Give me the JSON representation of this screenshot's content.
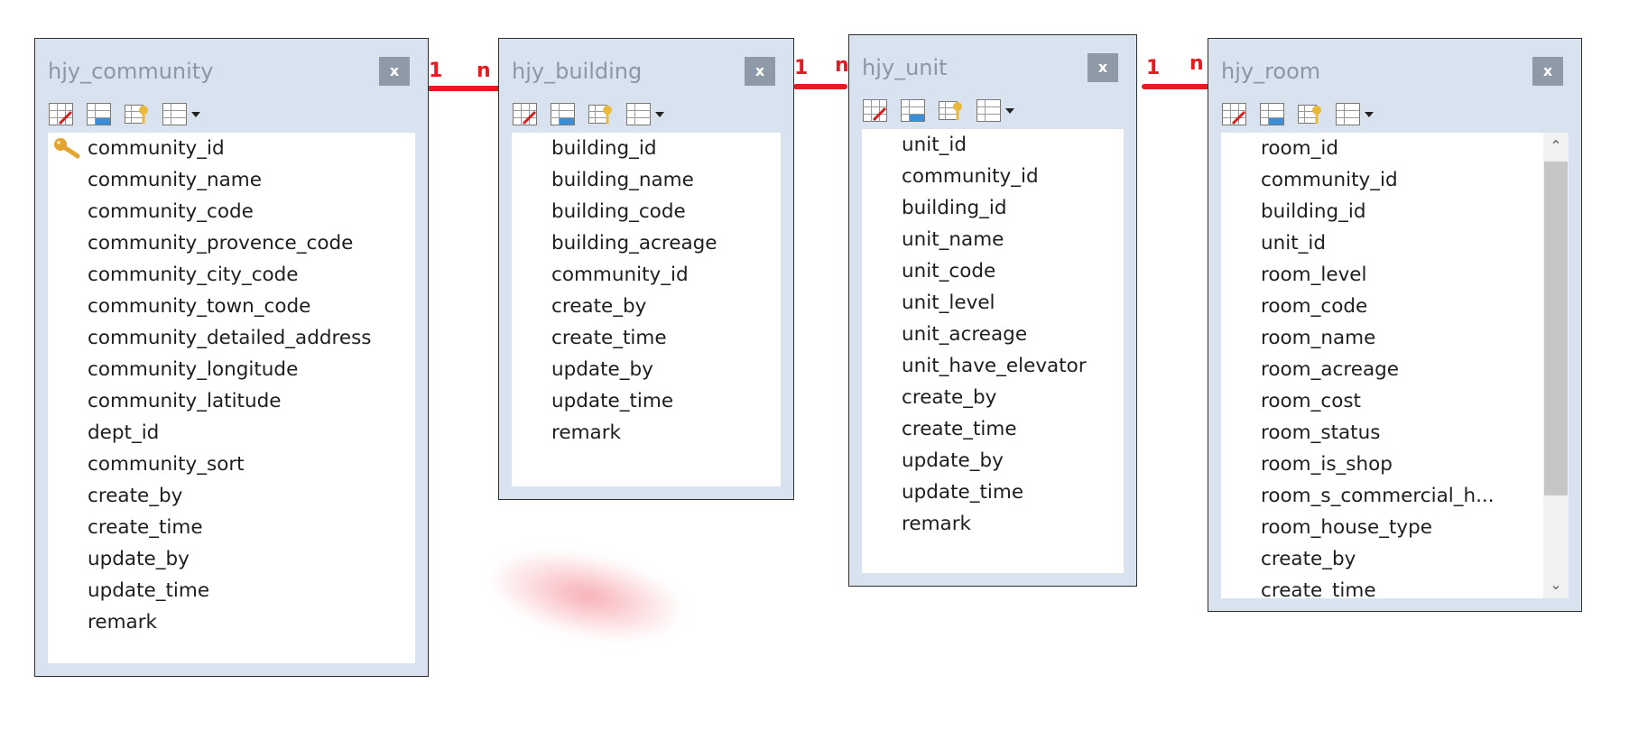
{
  "tables": [
    {
      "title": "hjy_community",
      "close": "x",
      "fields": [
        "community_id",
        "community_name",
        "community_code",
        "community_provence_code",
        "community_city_code",
        "community_town_code",
        "community_detailed_address",
        "community_longitude",
        "community_latitude",
        "dept_id",
        "community_sort",
        "create_by",
        "create_time",
        "update_by",
        "update_time",
        "remark"
      ],
      "primary_key": "community_id"
    },
    {
      "title": "hjy_building",
      "close": "x",
      "fields": [
        "building_id",
        "building_name",
        "building_code",
        "building_acreage",
        "community_id",
        "create_by",
        "create_time",
        "update_by",
        "update_time",
        "remark"
      ]
    },
    {
      "title": "hjy_unit",
      "close": "x",
      "fields": [
        "unit_id",
        "community_id",
        "building_id",
        "unit_name",
        "unit_code",
        "unit_level",
        "unit_acreage",
        "unit_have_elevator",
        "create_by",
        "create_time",
        "update_by",
        "update_time",
        "remark"
      ]
    },
    {
      "title": "hjy_room",
      "close": "x",
      "fields": [
        "room_id",
        "community_id",
        "building_id",
        "unit_id",
        "room_level",
        "room_code",
        "room_name",
        "room_acreage",
        "room_cost",
        "room_status",
        "room_is_shop",
        "room_s_commercial_h...",
        "room_house_type",
        "create_by",
        "create_time"
      ]
    }
  ],
  "relations": [
    {
      "from": "hjy_community",
      "to": "hjy_building",
      "from_card": "1",
      "to_card": "n"
    },
    {
      "from": "hjy_building",
      "to": "hjy_unit",
      "from_card": "1",
      "to_card": "n"
    },
    {
      "from": "hjy_unit",
      "to": "hjy_room",
      "from_card": "1",
      "to_card": "n"
    }
  ],
  "toolbar_icons": [
    "design-table-icon",
    "field-list-icon",
    "key-info-icon",
    "grid-view-icon"
  ],
  "colors": {
    "relation": "#e31c23",
    "window": "#d9e3f0",
    "title_text": "#8d97a4",
    "close_button": "#8f9aa8"
  }
}
